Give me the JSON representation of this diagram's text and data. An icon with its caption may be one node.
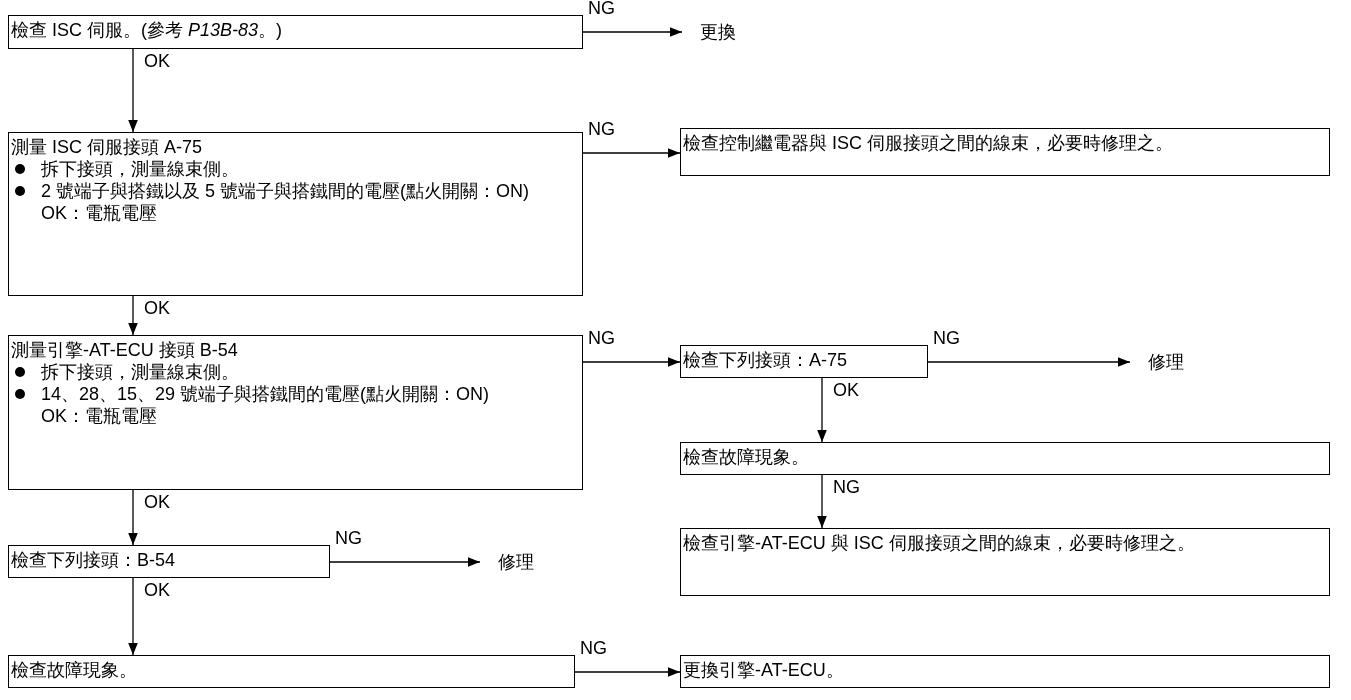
{
  "diagram": {
    "nodes": [
      {
        "text": [
          "檢查 ISC 伺服。(參考 *P13B-83*。)"
        ]
      },
      {
        "text": [
          "更換"
        ]
      },
      {
        "text": [
          "測量 ISC 伺服接頭 A-75",
          "拆下接頭，測量線束側。",
          "2 號端子與搭鐵以及 5 號端子與搭鐵間的電壓(點火開關：ON)",
          "OK：電瓶電壓"
        ]
      },
      {
        "text": [
          "檢查控制繼電器與 ISC 伺服接頭之間的線束，必要時修理之。"
        ]
      },
      {
        "text": [
          "測量引擎-AT-ECU 接頭 B-54",
          "拆下接頭，測量線束側。",
          "14、28、15、29 號端子與搭鐵間的電壓(點火開關：ON)",
          "OK：電瓶電壓"
        ]
      },
      {
        "text": [
          "檢查下列接頭：A-75"
        ]
      },
      {
        "text": [
          "修理"
        ]
      },
      {
        "text": [
          "檢查故障現象。"
        ]
      },
      {
        "text": [
          "檢查引擎-AT-ECU 與 ISC 伺服接頭之間的線束，必要時修理之。"
        ]
      },
      {
        "text": [
          "檢查下列接頭：B-54"
        ]
      },
      {
        "text": [
          "修理"
        ]
      },
      {
        "text": [
          "檢查故障現象。"
        ]
      },
      {
        "text": [
          "更換引擎-AT-ECU。"
        ]
      }
    ],
    "edges": [
      {
        "from": 0,
        "to": 1,
        "arrow": "to",
        "label": "NG"
      },
      {
        "from": 0,
        "to": 2,
        "arrow": "to",
        "label": "OK"
      },
      {
        "from": 2,
        "to": 3,
        "arrow": "to",
        "label": "NG"
      },
      {
        "from": 2,
        "to": 4,
        "arrow": "to",
        "label": "OK"
      },
      {
        "from": 4,
        "to": 5,
        "arrow": "to",
        "label": "NG"
      },
      {
        "from": 5,
        "to": 6,
        "arrow": "to",
        "label": "NG"
      },
      {
        "from": 5,
        "to": 7,
        "arrow": "to",
        "label": "OK"
      },
      {
        "from": 7,
        "to": 8,
        "arrow": "to",
        "label": "NG"
      },
      {
        "from": 4,
        "to": 9,
        "arrow": "to",
        "label": "OK"
      },
      {
        "from": 9,
        "to": 10,
        "arrow": "to",
        "label": "NG"
      },
      {
        "from": 9,
        "to": 11,
        "arrow": "to",
        "label": "OK"
      },
      {
        "from": 11,
        "to": 12,
        "arrow": "to",
        "label": "NG"
      }
    ]
  }
}
